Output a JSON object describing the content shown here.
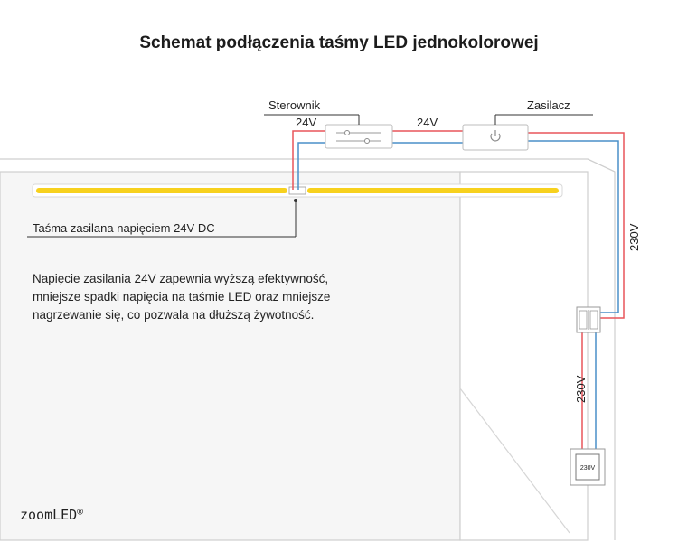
{
  "title": "Schemat podłączenia taśmy LED jednokolorowej",
  "labels": {
    "controller": "Sterownik",
    "power_supply": "Zasilacz",
    "voltage_24_left": "24V",
    "voltage_24_right": "24V",
    "voltage_230_vertical_right": "230V",
    "voltage_230_vertical_left": "230V",
    "socket_label": "230V",
    "strip_caption": "Taśma zasilana napięciem 24V DC"
  },
  "description_lines": [
    "Napięcie zasilania 24V zapewnia wyższą efektywność,",
    "mniejsze spadki napięcia na taśmie LED oraz mniejsze",
    "nagrzewanie się, co pozwala na dłuższą żywotność."
  ],
  "brand": {
    "name": "zoomLED",
    "mark": "®"
  },
  "colors": {
    "wire_positive": "#e8555a",
    "wire_negative": "#4a8fc9",
    "led_strip": "#f7d11e",
    "wall_outline": "#cfcfcf",
    "wall_fill": "#f6f6f6"
  }
}
